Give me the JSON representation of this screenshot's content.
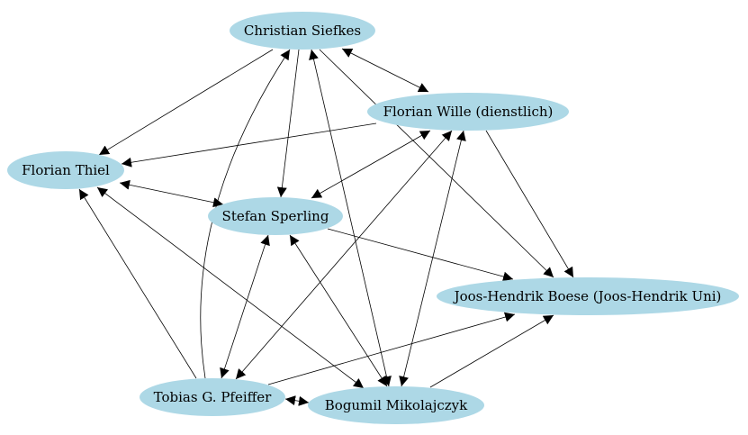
{
  "graph": {
    "nodes": [
      {
        "id": "christian",
        "label": "Christian Siefkes"
      },
      {
        "id": "wille",
        "label": "Florian Wille (dienstlich)"
      },
      {
        "id": "thiel",
        "label": "Florian Thiel"
      },
      {
        "id": "sperling",
        "label": "Stefan Sperling"
      },
      {
        "id": "boese",
        "label": "Joos-Hendrik Boese (Joos-Hendrik Uni)"
      },
      {
        "id": "pfeiffer",
        "label": "Tobias G. Pfeiffer"
      },
      {
        "id": "bogumil",
        "label": "Bogumil Mikolajczyk"
      }
    ],
    "edges": [
      {
        "from": "christian",
        "to": "thiel",
        "dir": "forward"
      },
      {
        "from": "christian",
        "to": "sperling",
        "dir": "forward"
      },
      {
        "from": "christian",
        "to": "wille",
        "dir": "both"
      },
      {
        "from": "christian",
        "to": "boese",
        "dir": "forward"
      },
      {
        "from": "christian",
        "to": "bogumil",
        "dir": "both"
      },
      {
        "from": "wille",
        "to": "thiel",
        "dir": "forward"
      },
      {
        "from": "wille",
        "to": "sperling",
        "dir": "both"
      },
      {
        "from": "wille",
        "to": "boese",
        "dir": "forward"
      },
      {
        "from": "wille",
        "to": "pfeiffer",
        "dir": "both"
      },
      {
        "from": "wille",
        "to": "bogumil",
        "dir": "both"
      },
      {
        "from": "thiel",
        "to": "sperling",
        "dir": "both"
      },
      {
        "from": "thiel",
        "to": "bogumil",
        "dir": "both"
      },
      {
        "from": "sperling",
        "to": "boese",
        "dir": "forward"
      },
      {
        "from": "sperling",
        "to": "pfeiffer",
        "dir": "both"
      },
      {
        "from": "sperling",
        "to": "bogumil",
        "dir": "both"
      },
      {
        "from": "pfeiffer",
        "to": "thiel",
        "dir": "forward"
      },
      {
        "from": "pfeiffer",
        "to": "christian",
        "dir": "forward"
      },
      {
        "from": "pfeiffer",
        "to": "boese",
        "dir": "forward"
      },
      {
        "from": "pfeiffer",
        "to": "bogumil",
        "dir": "both"
      },
      {
        "from": "bogumil",
        "to": "boese",
        "dir": "forward"
      }
    ]
  }
}
